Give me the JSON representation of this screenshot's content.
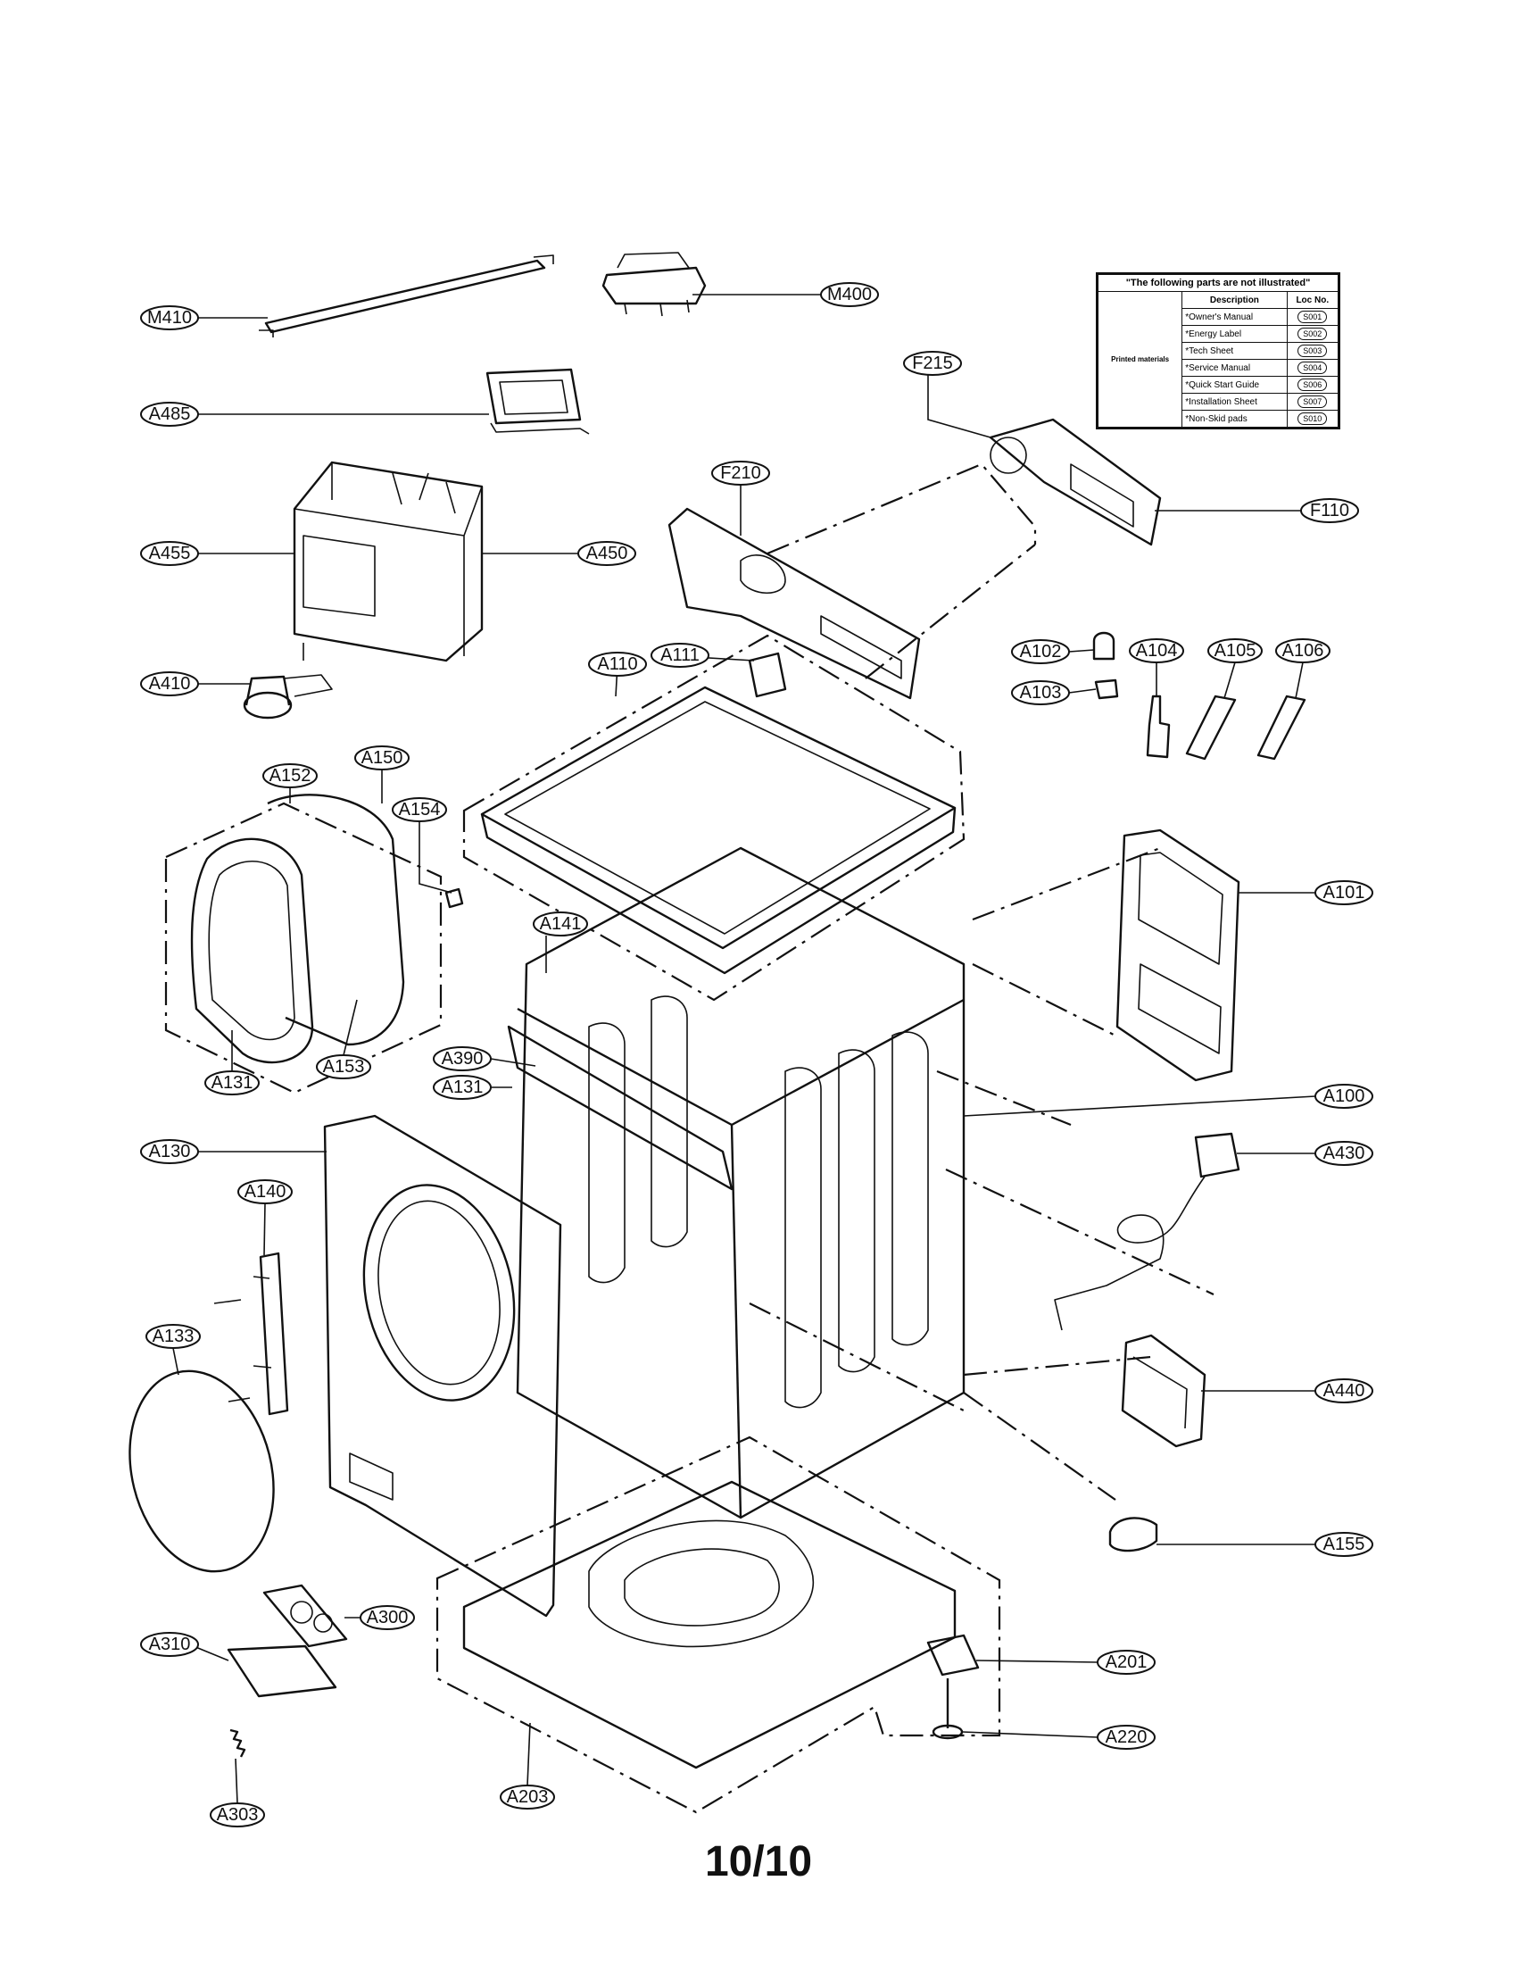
{
  "table": {
    "caption": "\"The following parts are not illustrated\"",
    "col_description": "Description",
    "col_loc": "Loc No.",
    "group": "Printed materials",
    "rows": [
      {
        "desc": "*Owner's Manual",
        "loc": "S001"
      },
      {
        "desc": "*Energy Label",
        "loc": "S002"
      },
      {
        "desc": "*Tech Sheet",
        "loc": "S003"
      },
      {
        "desc": "*Service Manual",
        "loc": "S004"
      },
      {
        "desc": "*Quick Start Guide",
        "loc": "S006"
      },
      {
        "desc": "*Installation Sheet",
        "loc": "S007"
      },
      {
        "desc": "*Non-Skid pads",
        "loc": "S010"
      }
    ]
  },
  "labels": {
    "m410": "M410",
    "m400": "M400",
    "a485": "A485",
    "f215": "F215",
    "a455": "A455",
    "a450": "A450",
    "f210": "F210",
    "f110": "F110",
    "a410": "A410",
    "a111": "A111",
    "a110": "A110",
    "a102": "A102",
    "a103": "A103",
    "a104": "A104",
    "a105": "A105",
    "a106": "A106",
    "a152": "A152",
    "a150": "A150",
    "a154": "A154",
    "a101": "A101",
    "a141": "A141",
    "a390": "A390",
    "a131a": "A131",
    "a131b": "A131",
    "a153": "A153",
    "a100": "A100",
    "a130": "A130",
    "a430": "A430",
    "a140": "A140",
    "a133": "A133",
    "a440": "A440",
    "a155": "A155",
    "a300": "A300",
    "a310": "A310",
    "a201": "A201",
    "a220": "A220",
    "a203": "A203",
    "a303": "A303"
  },
  "page_number": "10/10"
}
